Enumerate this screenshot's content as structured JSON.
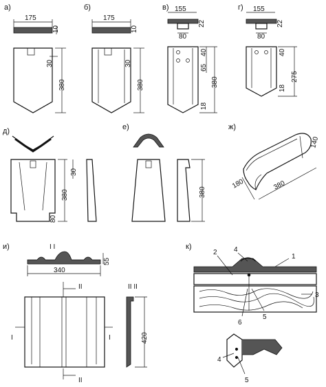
{
  "panels": {
    "a": {
      "label": "а)",
      "width": "175",
      "thickness": "10",
      "nib": "30",
      "length": "380"
    },
    "b": {
      "label": "б)",
      "width": "175",
      "thickness": "10",
      "nib": "30",
      "length": "380"
    },
    "v": {
      "label": "в)",
      "width": "155",
      "thickness": "22",
      "inner": "80",
      "nib": "40",
      "hole": "65",
      "length": "380",
      "tail": "18"
    },
    "g": {
      "label": "г)",
      "width": "155",
      "thickness": "22",
      "inner": "80",
      "nib": "40",
      "length": "275",
      "tail": "18"
    },
    "d": {
      "label": "д)",
      "nib": "30",
      "length": "380",
      "tail": "80"
    },
    "e": {
      "label": "е)",
      "length": "380"
    },
    "zh": {
      "label": "ж)",
      "width": "180",
      "length": "380",
      "edge": "140"
    },
    "i": {
      "label": "и)",
      "section_mark": "I  I",
      "height": "55",
      "width": "340",
      "section2_a": "II",
      "section2_b": "II  II",
      "length": "420",
      "cut_left": "I",
      "cut_right": "I",
      "cut_bottom": "II"
    },
    "k": {
      "label": "к)",
      "callouts": [
        "1",
        "2",
        "3",
        "4",
        "5",
        "6"
      ],
      "detail_callouts": [
        "4",
        "5"
      ]
    }
  }
}
